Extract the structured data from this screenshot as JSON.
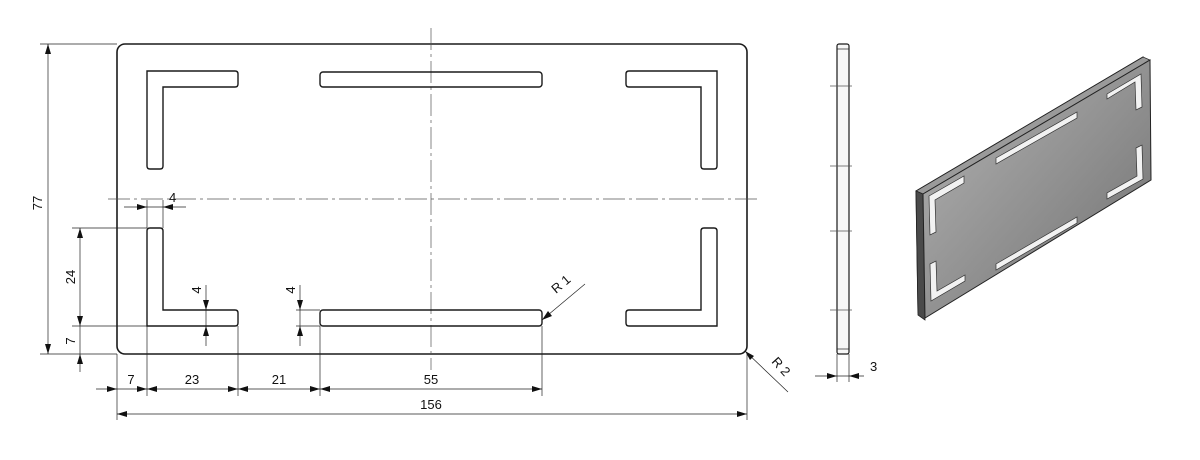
{
  "dimensions": {
    "overall_height": "77",
    "overall_width": "156",
    "slot_width_v": "4",
    "inner_leg_height": "24",
    "bottom_offset": "7",
    "corner_slot_width": "4",
    "bottom_slot_width": "4",
    "margin_left": "7",
    "corner_leg_length": "23",
    "gap": "21",
    "long_slot_length": "55",
    "slot_radius": "R 1",
    "corner_radius": "R 2",
    "thickness": "3"
  },
  "colors": {
    "line": "#1a1a1a",
    "plate_top": "#8a8a8a",
    "plate_edge": "#5a5a5a"
  }
}
